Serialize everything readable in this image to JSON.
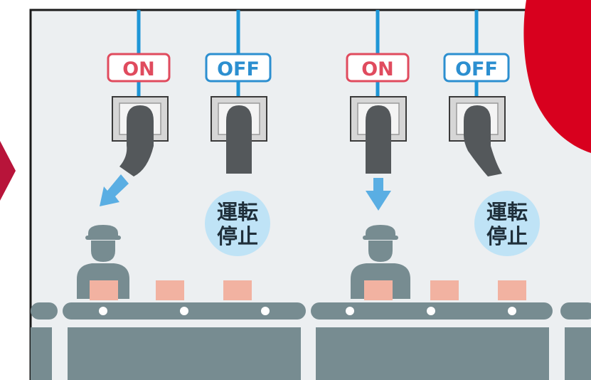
{
  "colors": {
    "background": "#ffffff",
    "panel": "#eceff1",
    "panel_border": "#1b1b1b",
    "wire": "#1e96d6",
    "on_accent": "#e04b5e",
    "off_accent": "#2c8fd0",
    "lever": "#54585b",
    "switch_plate": "#d6d6d6",
    "bubble": "#bfe3f6",
    "arrow": "#5aaee3",
    "conveyor": "#778c91",
    "package": "#f2b2a1",
    "red_shape": "#d8001e",
    "left_chevron": "#b8143a"
  },
  "switches": [
    {
      "label": "ON",
      "state": "on"
    },
    {
      "label": "OFF",
      "state": "off"
    },
    {
      "label": "ON",
      "state": "on"
    },
    {
      "label": "OFF",
      "state": "off"
    }
  ],
  "stop_bubbles": [
    {
      "line1": "運転",
      "line2": "停止"
    },
    {
      "line1": "運転",
      "line2": "停止"
    }
  ],
  "icons": {
    "worker": "worker-icon",
    "arrow": "arrow-down-icon",
    "chevron": "chevron-right-icon"
  }
}
